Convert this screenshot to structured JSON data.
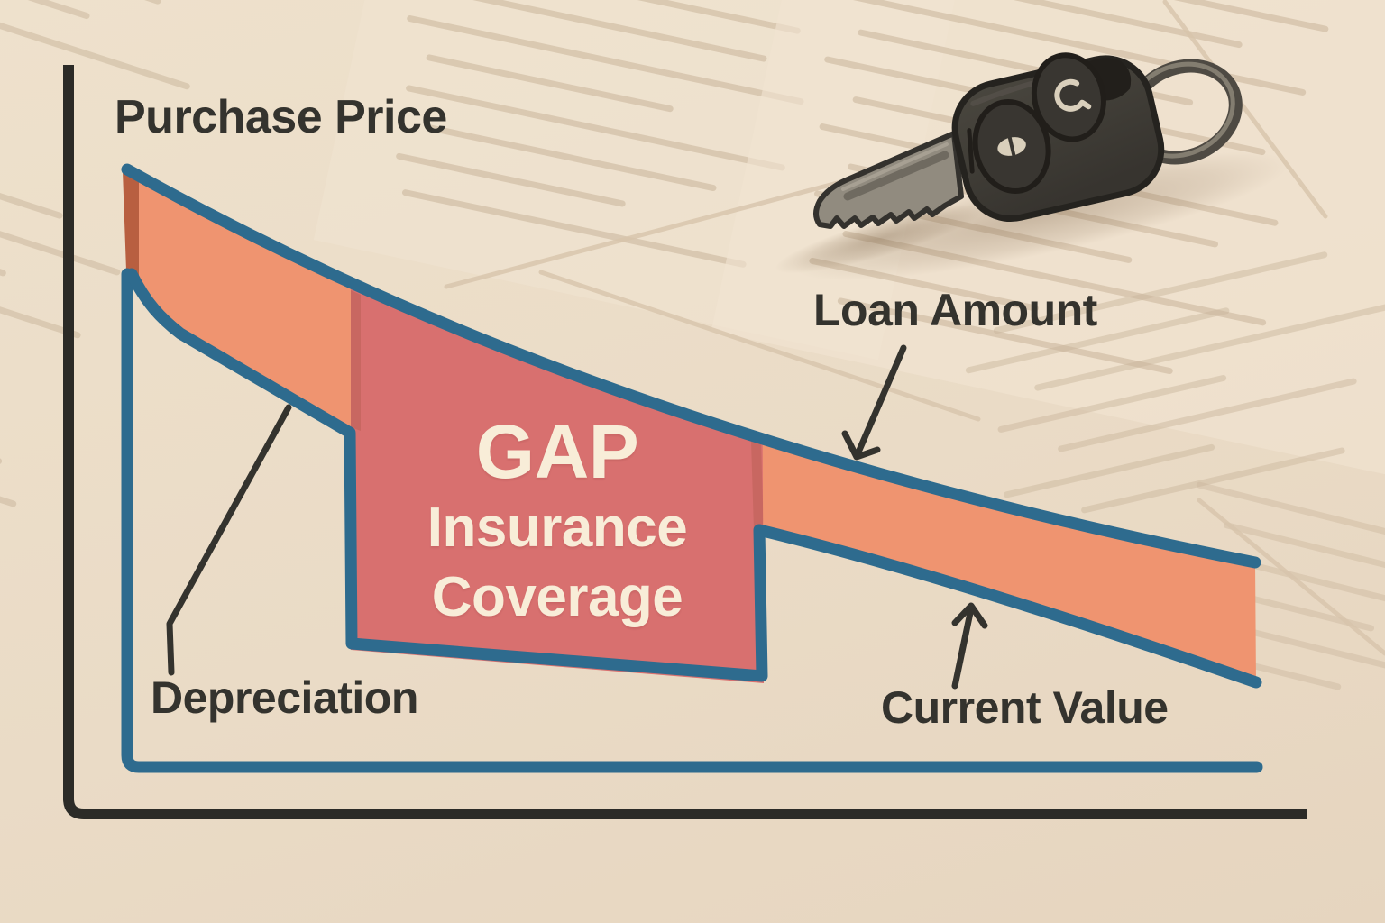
{
  "labels": {
    "purchase_price": "Purchase Price",
    "loan_amount": "Loan Amount",
    "depreciation": "Depreciation",
    "current_value": "Current Value"
  },
  "gap": {
    "line1": "GAP",
    "line2": "Insurance",
    "line3": "Coverage"
  },
  "figure": {
    "type": "conceptual-area-diagram",
    "curves": [
      "Loan Amount",
      "Current Value"
    ],
    "highlighted_region": "GAP Insurance Coverage",
    "annotations": [
      "Purchase Price labels the starting point of the curves",
      "Depreciation pointer line touches the falling value curve",
      "Loan Amount arrow points to the upper blue curve",
      "Current Value arrow points to the lower blue curve"
    ]
  },
  "icons": {
    "car_key": "car-key-icon",
    "lock_button": "lock-button-icon",
    "unlock_button": "unlock-button-icon",
    "key_ring": "key-ring-icon"
  },
  "palette": {
    "bg": "#eadbc6",
    "ink": "#34332e",
    "axis": "#2c2b27",
    "blue": "#2e6b8e",
    "orange": "#ef9470",
    "orange_dark": "#b85f40",
    "red": "#d8706f",
    "red_dark": "#c4655e",
    "cream": "#f8edd8",
    "paper": "#f1e4d2",
    "paper_line": "#c9b59b"
  }
}
